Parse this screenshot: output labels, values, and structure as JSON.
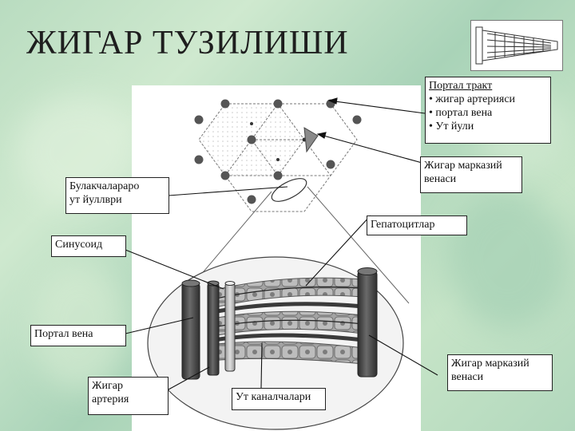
{
  "title": "ЖИГАР ТУЗИЛИШИ",
  "labels": {
    "portal_tract": {
      "heading": "Портал тракт",
      "items": [
        "• жигар артерияси",
        "• портал вена",
        "• Ут йули"
      ]
    },
    "central_vein_top": [
      "Жигар марказий",
      "венаси"
    ],
    "bile_ductules": [
      "Булакчалараро",
      "ут йуллври"
    ],
    "hepatocytes": "Гепатоцитлар",
    "sinusoid": "Синусоид",
    "portal_vein": "Портал вена",
    "hepatic_artery": [
      "Жигар",
      "артерия"
    ],
    "bile_canaliculi": "Ут каналчалари",
    "central_vein_bottom": [
      "Жигар марказий",
      "венаси"
    ]
  },
  "colors": {
    "background": "#b9dcc0",
    "vessel_dark": "#4a4a4a",
    "cells": "#9a9a9a"
  }
}
